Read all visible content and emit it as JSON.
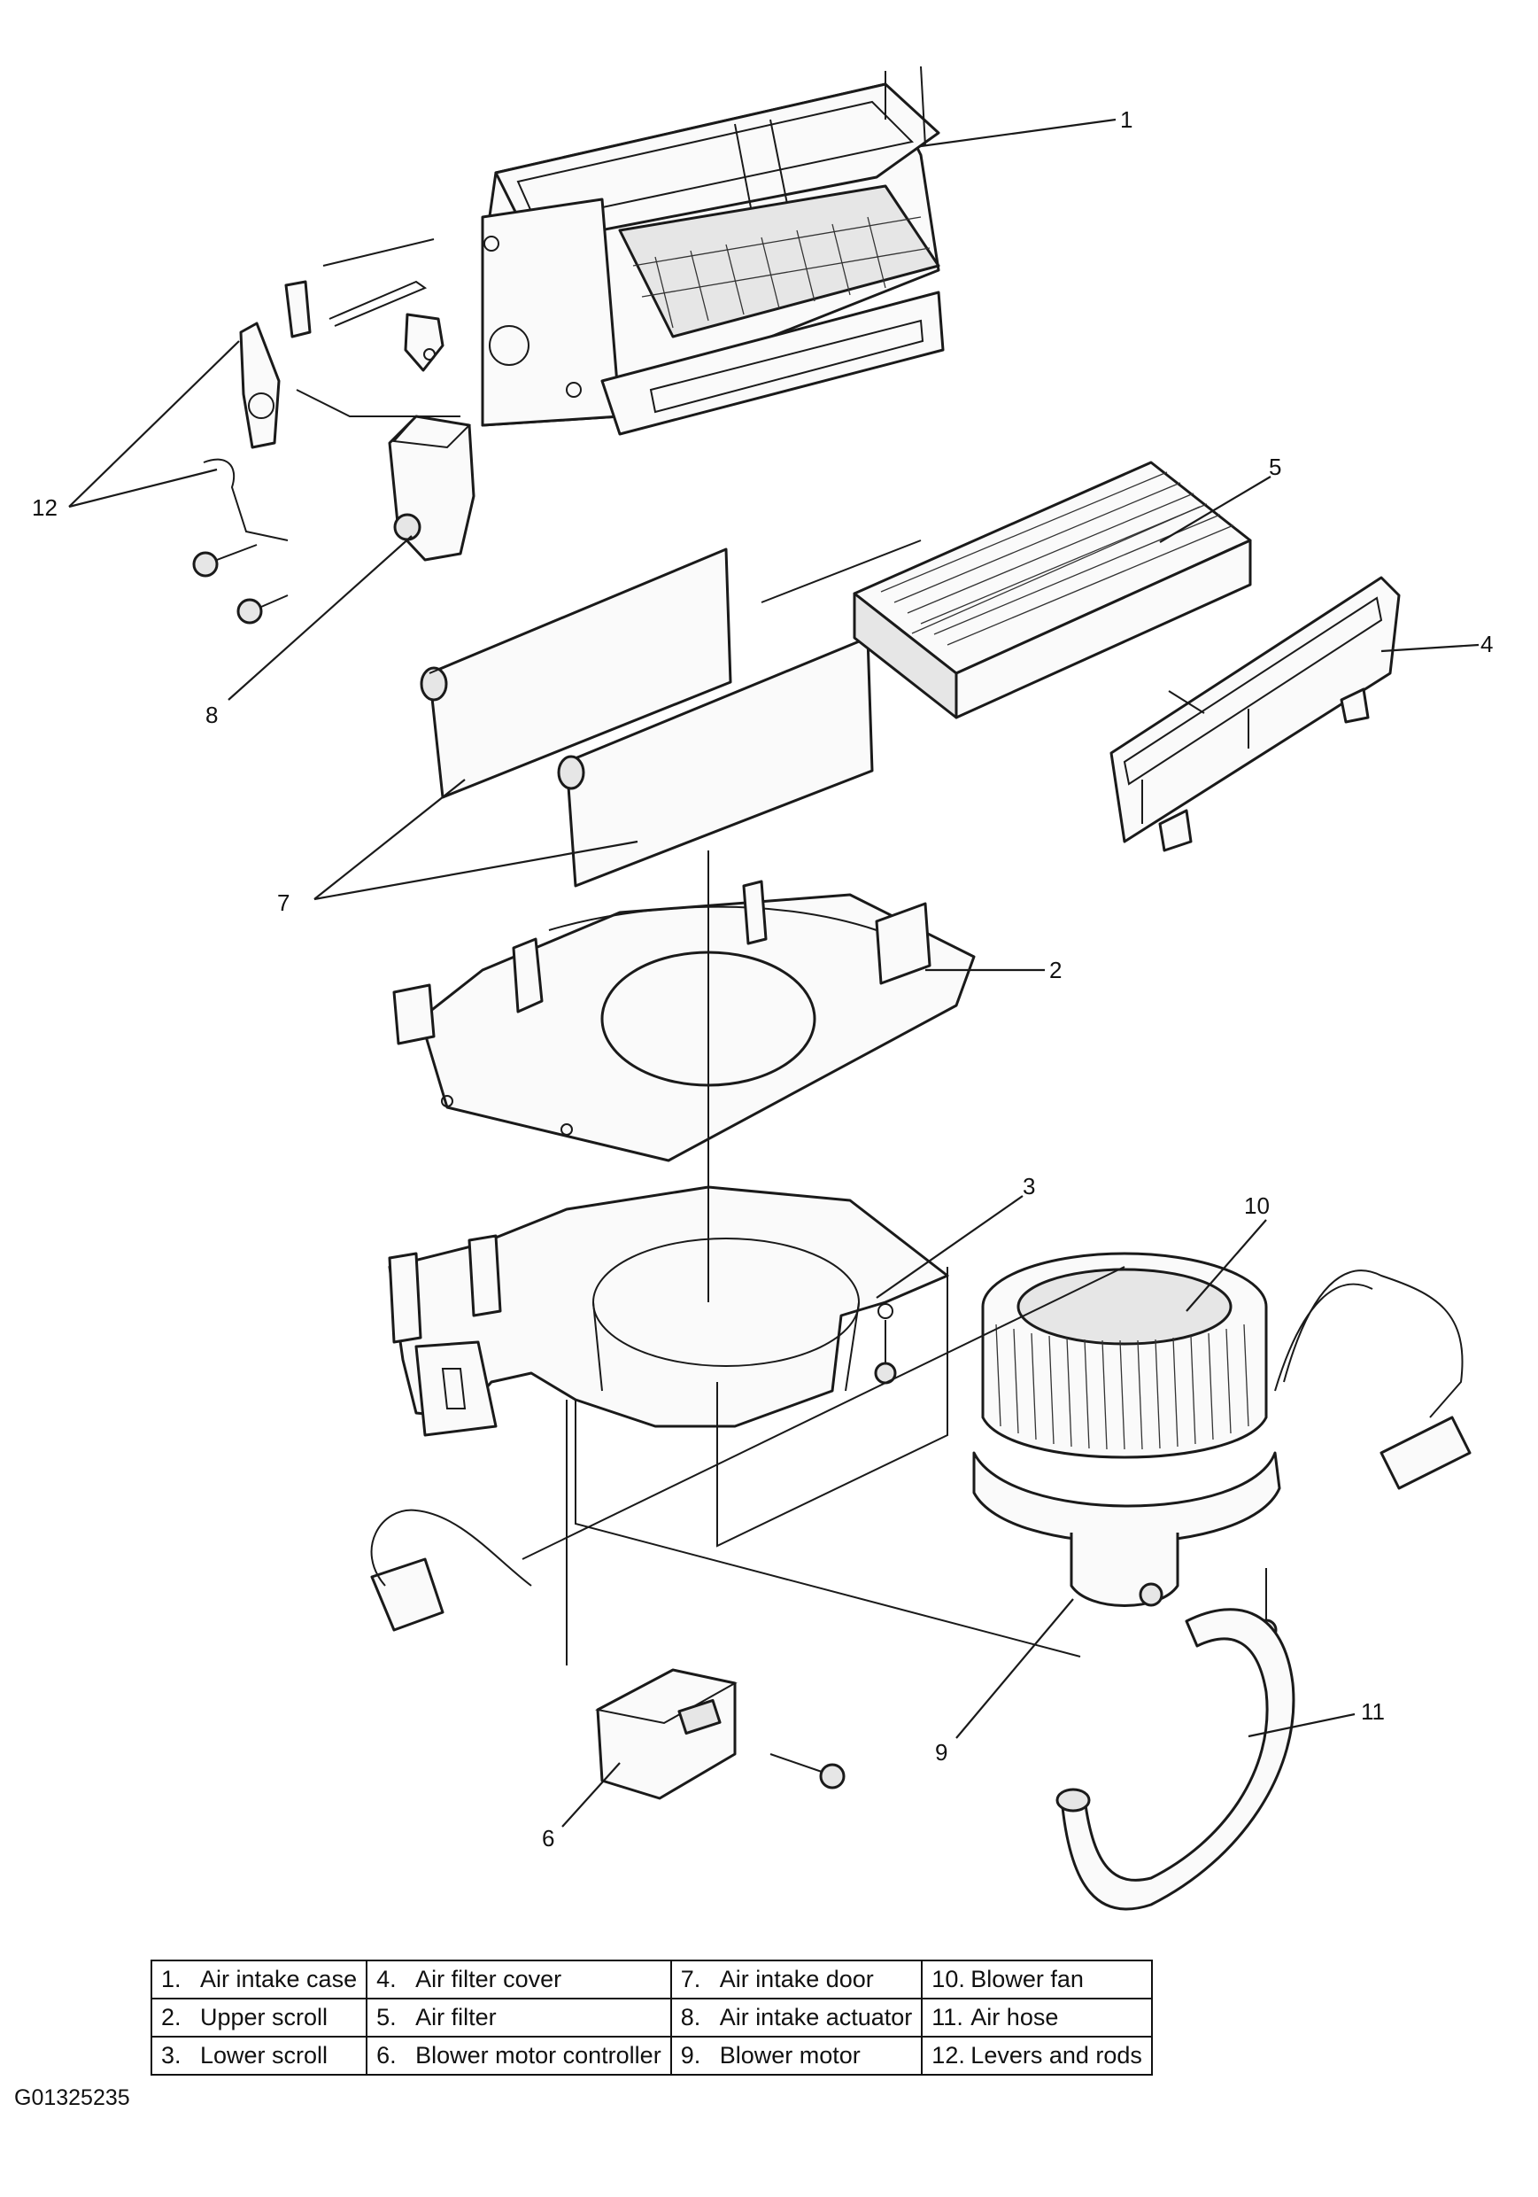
{
  "figure_id": "G01325235",
  "callouts": [
    "1",
    "2",
    "3",
    "4",
    "5",
    "6",
    "7",
    "8",
    "9",
    "10",
    "11",
    "12"
  ],
  "legend": [
    [
      {
        "num": "1.",
        "name": "Air intake case"
      },
      {
        "num": "4.",
        "name": "Air filter cover"
      },
      {
        "num": "7.",
        "name": "Air intake door"
      },
      {
        "num": "10.",
        "name": "Blower fan"
      }
    ],
    [
      {
        "num": "2.",
        "name": "Upper scroll"
      },
      {
        "num": "5.",
        "name": "Air filter"
      },
      {
        "num": "8.",
        "name": "Air intake actuator"
      },
      {
        "num": "11.",
        "name": "Air hose"
      }
    ],
    [
      {
        "num": "3.",
        "name": "Lower scroll"
      },
      {
        "num": "6.",
        "name": "Blower motor controller"
      },
      {
        "num": "9.",
        "name": "Blower motor"
      },
      {
        "num": "12.",
        "name": "Levers and rods"
      }
    ]
  ]
}
